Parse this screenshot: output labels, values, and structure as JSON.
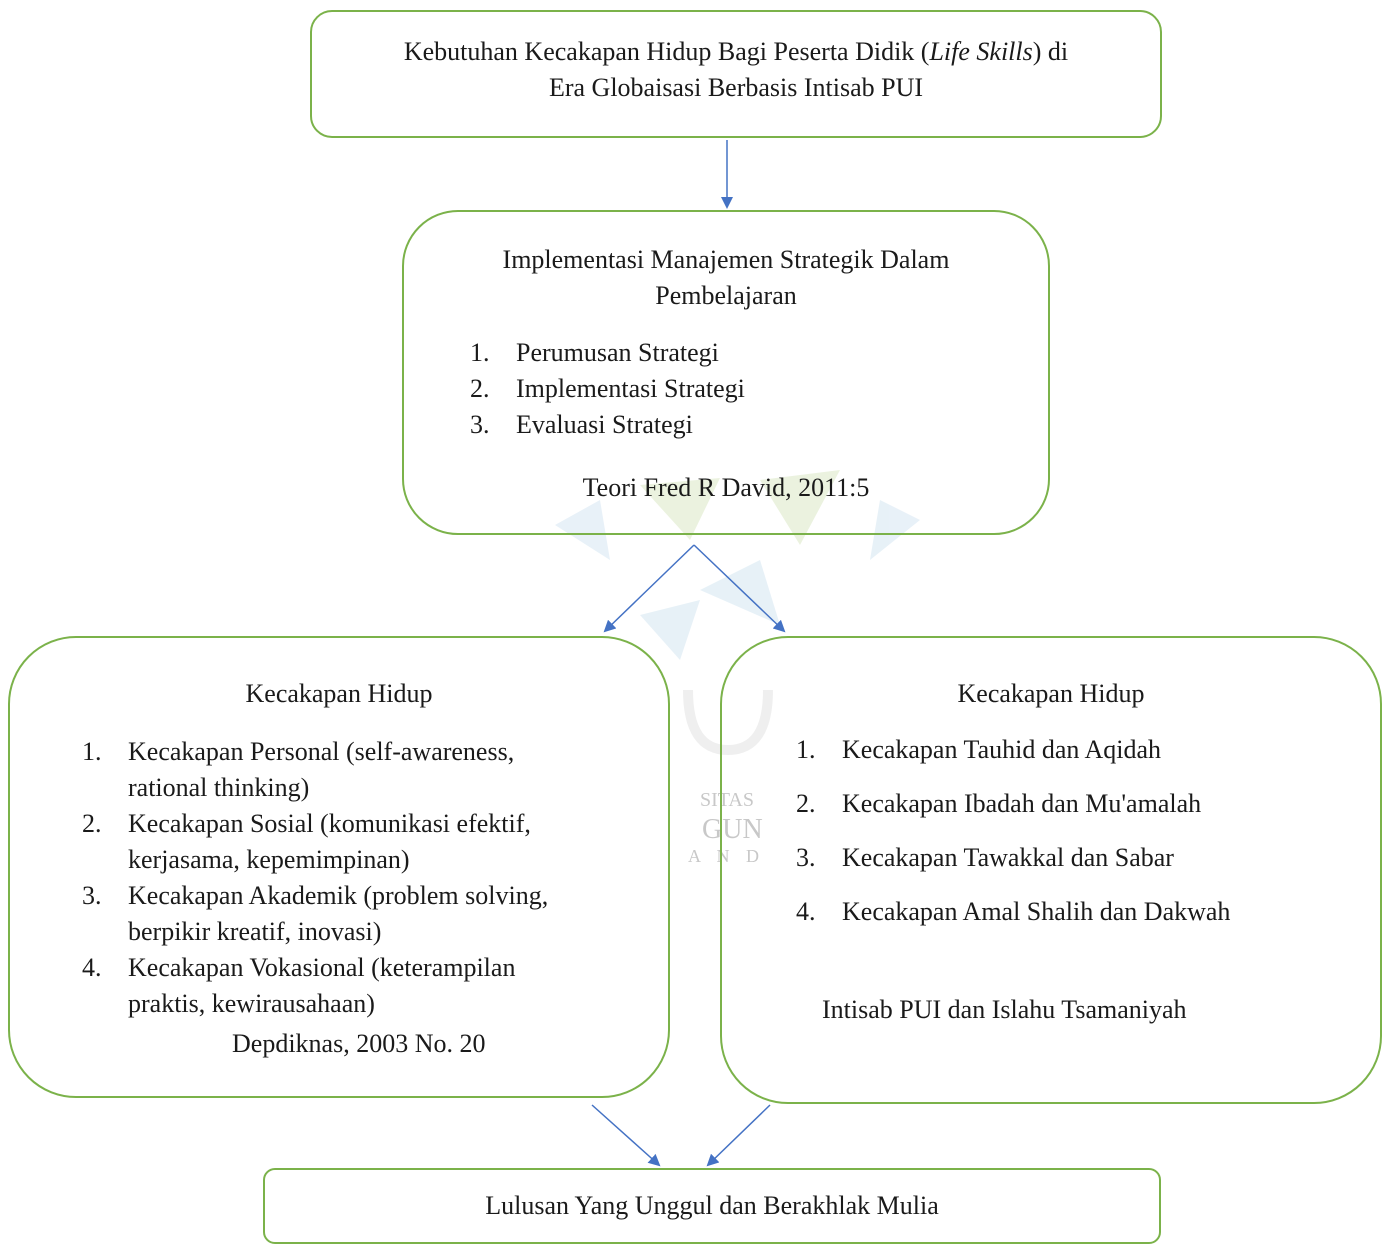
{
  "colors": {
    "border": "#7bb24a",
    "arrow": "#4472c4",
    "text": "#1a1a1a"
  },
  "top_box": {
    "line1_pre": "Kebutuhan Kecakapan Hidup Bagi Peserta Didik (",
    "line1_italic": "Life Skills",
    "line1_post": ") di",
    "line2": "Era Globaisasi Berbasis Intisab PUI"
  },
  "middle_box": {
    "title_line1": "Implementasi Manajemen Strategik Dalam",
    "title_line2": "Pembelajaran",
    "items": [
      {
        "num": "1.",
        "label": "Perumusan Strategi"
      },
      {
        "num": "2.",
        "label": "Implementasi Strategi"
      },
      {
        "num": "3.",
        "label": "Evaluasi Strategi"
      }
    ],
    "source": "Teori Fred R David, 2011:5"
  },
  "left_box": {
    "title": "Kecakapan Hidup",
    "items": [
      {
        "num": "1.",
        "line1": "Kecakapan Personal (self-awareness,",
        "line2": "rational thinking)"
      },
      {
        "num": "2.",
        "line1": "Kecakapan Sosial (komunikasi efektif,",
        "line2": "kerjasama, kepemimpinan)"
      },
      {
        "num": "3.",
        "line1": "Kecakapan Akademik (problem solving,",
        "line2": "berpikir kreatif, inovasi)"
      },
      {
        "num": "4.",
        "line1": "Kecakapan Vokasional (keterampilan",
        "line2": "praktis, kewirausahaan)"
      }
    ],
    "source": "Depdiknas, 2003 No. 20"
  },
  "right_box": {
    "title": "Kecakapan Hidup",
    "items": [
      {
        "num": "1.",
        "label": "Kecakapan Tauhid dan Aqidah"
      },
      {
        "num": "2.",
        "label": "Kecakapan Ibadah dan Mu'amalah"
      },
      {
        "num": "3.",
        "label": "Kecakapan Tawakkal dan Sabar"
      },
      {
        "num": "4.",
        "label": "Kecakapan Amal Shalih dan Dakwah"
      }
    ],
    "source": "Intisab PUI dan Islahu Tsamaniyah"
  },
  "bottom_box": {
    "text": "Lulusan Yang Unggul dan Berakhlak Mulia"
  },
  "watermark": {
    "line1": "SITAS",
    "line2": "GUN",
    "line3": "A N D"
  }
}
